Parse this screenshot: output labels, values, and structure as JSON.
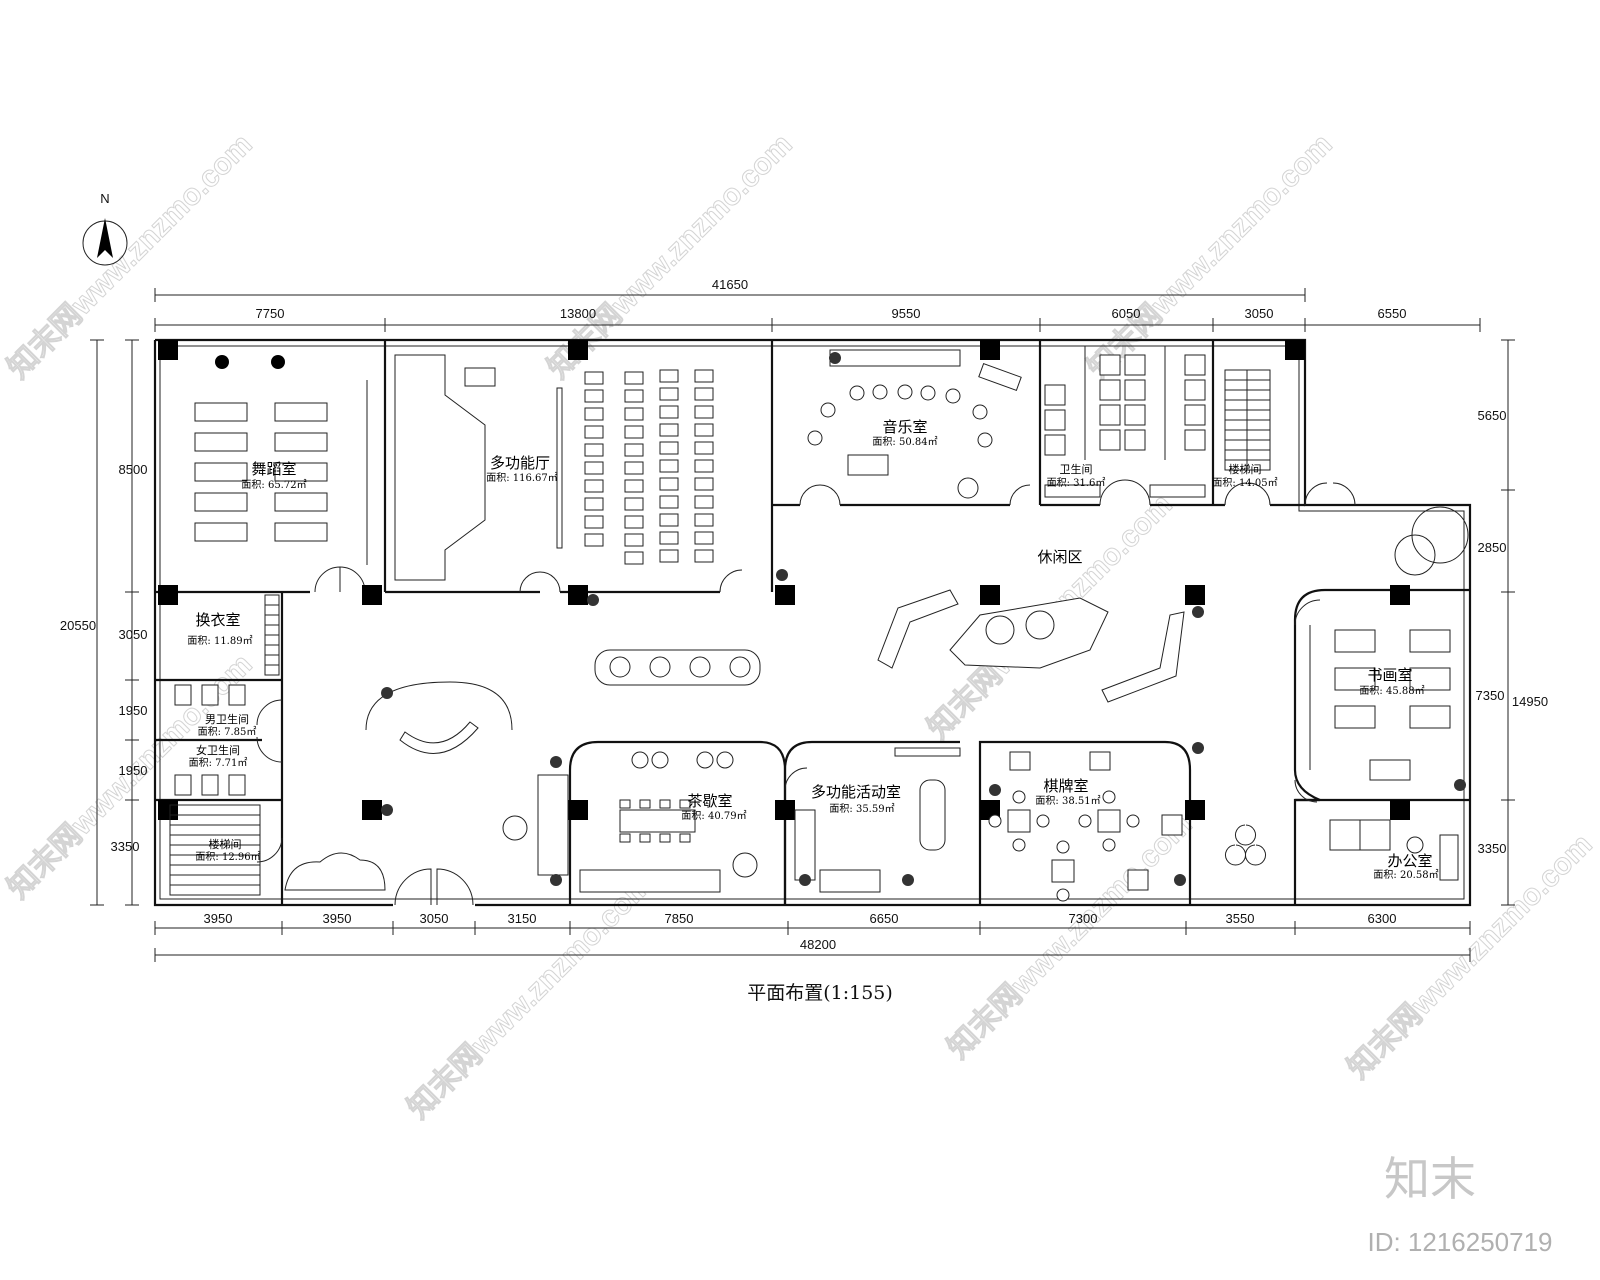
{
  "north_label": "N",
  "dimensions": {
    "top_total": "41650",
    "top": [
      "7750",
      "13800",
      "9550",
      "6050",
      "3050",
      "6550"
    ],
    "left_total": "20550",
    "left": [
      "8500",
      "3050",
      "1950",
      "1950",
      "3350"
    ],
    "right_total": "14950",
    "right": [
      "5650",
      "2850",
      "7350",
      "3350"
    ],
    "bottom_total": "48200",
    "bottom": [
      "3950",
      "3950",
      "3050",
      "3150",
      "7850",
      "6650",
      "7300",
      "3550",
      "6300"
    ]
  },
  "rooms": {
    "dance": {
      "name": "舞蹈室",
      "area": "面积: 65.72㎡"
    },
    "multi_hall": {
      "name": "多功能厅",
      "area": "面积: 116.67㎡"
    },
    "music": {
      "name": "音乐室",
      "area": "面积: 50.84㎡"
    },
    "toilet": {
      "name": "卫生间",
      "area": "面积: 31.6㎡"
    },
    "stair_top": {
      "name": "楼梯间",
      "area": "面积: 14.05㎡"
    },
    "lounge": {
      "name": "休闲区"
    },
    "changing": {
      "name": "换衣室",
      "area": "面积: 11.89㎡"
    },
    "mens": {
      "name": "男卫生间",
      "area": "面积: 7.85㎡"
    },
    "womens": {
      "name": "女卫生间",
      "area": "面积: 7.71㎡"
    },
    "stair_bottom": {
      "name": "楼梯间",
      "area": "面积: 12.96㎡"
    },
    "tea": {
      "name": "茶歇室",
      "area": "面积: 40.79㎡"
    },
    "activity": {
      "name": "多功能活动室",
      "area": "面积: 35.59㎡"
    },
    "chess": {
      "name": "棋牌室",
      "area": "面积: 38.51㎡"
    },
    "calligraphy": {
      "name": "书画室",
      "area": "面积: 45.88㎡"
    },
    "office": {
      "name": "办公室",
      "area": "面积: 20.58㎡"
    }
  },
  "plan_title": "平面布置(1:155)",
  "watermark": "知末网www.znzmo.com",
  "brand_mark": "知末",
  "image_id": "ID: 1216250719"
}
